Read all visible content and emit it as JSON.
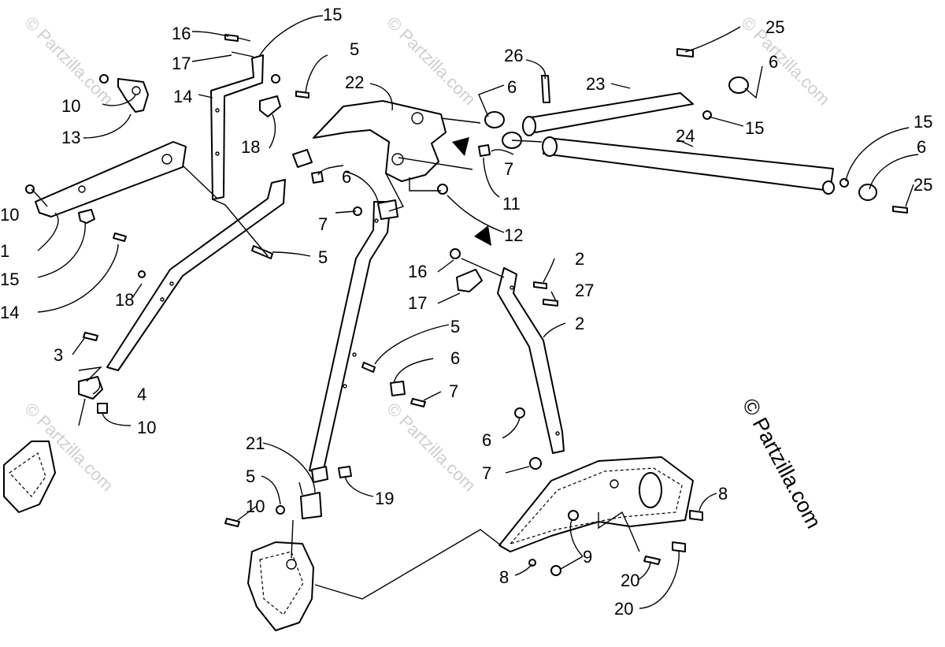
{
  "labels": [
    {
      "text": "16"
    },
    {
      "text": "15"
    },
    {
      "text": "17"
    },
    {
      "text": "5"
    },
    {
      "text": "10"
    },
    {
      "text": "14"
    },
    {
      "text": "22"
    },
    {
      "text": "13"
    },
    {
      "text": "18"
    },
    {
      "text": "26"
    },
    {
      "text": "6"
    },
    {
      "text": "23"
    },
    {
      "text": "25"
    },
    {
      "text": "6"
    },
    {
      "text": "15"
    },
    {
      "text": "24"
    },
    {
      "text": "15"
    },
    {
      "text": "6"
    },
    {
      "text": "25"
    },
    {
      "text": "10"
    },
    {
      "text": "6"
    },
    {
      "text": "7"
    },
    {
      "text": "7"
    },
    {
      "text": "11"
    },
    {
      "text": "1"
    },
    {
      "text": "5"
    },
    {
      "text": "12"
    },
    {
      "text": "15"
    },
    {
      "text": "16"
    },
    {
      "text": "2"
    },
    {
      "text": "18"
    },
    {
      "text": "17"
    },
    {
      "text": "27"
    },
    {
      "text": "14"
    },
    {
      "text": "2"
    },
    {
      "text": "5"
    },
    {
      "text": "3"
    },
    {
      "text": "6"
    },
    {
      "text": "4"
    },
    {
      "text": "7"
    },
    {
      "text": "10"
    },
    {
      "text": "6"
    },
    {
      "text": "21"
    },
    {
      "text": "7"
    },
    {
      "text": "5"
    },
    {
      "text": "19"
    },
    {
      "text": "8"
    },
    {
      "text": "10"
    },
    {
      "text": "9"
    },
    {
      "text": "8"
    },
    {
      "text": "20"
    }
  ],
  "watermark": {
    "small": "© Partzilla.com",
    "large": "© Partzilla.com"
  }
}
